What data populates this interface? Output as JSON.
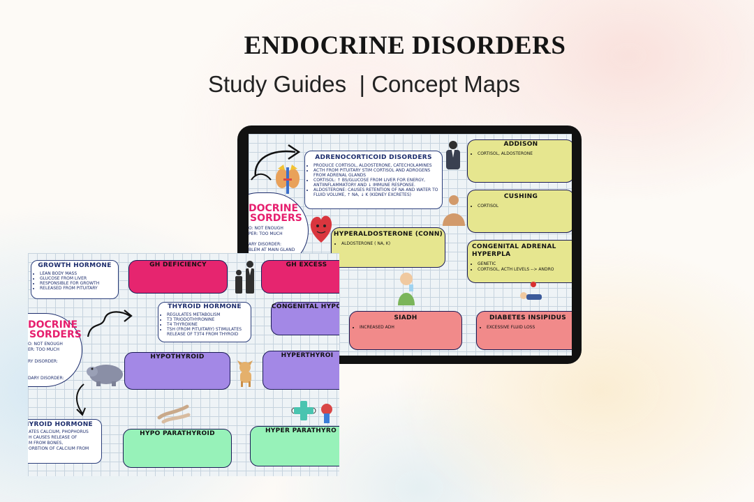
{
  "header": {
    "title": "ENDOCRINE DISORDERS",
    "subtitle": "Study Guides  | Concept Maps"
  },
  "tablet": {
    "adrenocorticoid": {
      "title": "ADRENOCORTICOID DISORDERS",
      "items": [
        "PRODUCE CORTISOL, ALDOSTERONE, CATECHOLAMINES",
        "ACTH FROM PITUITARY STIM CORTISOL AND ADROGENS FROM ADRENAL GLANDS",
        "CORTISOL: ↑ BS/GLUCOSE FROM LIVER FOR ENERGY, ANTIINFLAMMATORY AND ↓ IMMUNE RESPONSE.",
        "ALDOSTERONE: CAUSES RETENTION OF NA AND WATER TO FLUID VOLUME, ↑ NA, ↓ K (KIDNEY EXCRETES)"
      ]
    },
    "side_title": [
      "DOCRINE",
      "SORDERS"
    ],
    "side_lines": [
      "O: NOT ENOUGH",
      "PER: TOO MUCH",
      "ARY DISORDER:",
      "BLEM AT MAIN GLAND"
    ],
    "addison": {
      "title": "ADDISON",
      "items": [
        "CORTISOL,    ALDOSTERONE"
      ]
    },
    "cushing": {
      "title": "CUSHING",
      "items": [
        "CORTISOL"
      ]
    },
    "conn": {
      "title": "HYPERALDOSTERONE (CONN)",
      "items": [
        "ALDOSTERONE (      NA,       K)"
      ]
    },
    "cah": {
      "title": "CONGENITAL ADRENAL HYPERPLA",
      "items": [
        "GENETIC",
        "CORTISOL,    ACTH LEVELS -->  ANDRO"
      ]
    },
    "siadh": {
      "title": "SIADH",
      "items": [
        "INCREASED ADH"
      ]
    },
    "di": {
      "title": "DIABETES INSIPIDUS",
      "items": [
        "EXCESSIVE FLUID LOSS"
      ]
    }
  },
  "panel": {
    "growth": {
      "title": "GROWTH HORMONE",
      "items": [
        "LEAN BODY MASS",
        "GLUCOSE FROM LIVER",
        "RESPONSIBLE FOR GROWTH",
        "RELEASED FROM PITUITARY"
      ]
    },
    "gh_def": "GH DEFICIENCY",
    "gh_exc": "GH EXCESS",
    "thyroid": {
      "title": "THYROID HORMONE",
      "items": [
        "REGULATES METABOLISM",
        "T3 TRIODOTHYRONINE",
        "T4 THYROXINE",
        "TSH (FROM PITUITARY) STIMULATES RELEASE OF T3T4 FROM THYROID"
      ]
    },
    "congenital_hypo": "CONGENITAL HYPOTH",
    "side_title": [
      "DOCRINE",
      "SORDERS"
    ],
    "side_lines": [
      "O: NOT ENOUGH",
      "ER: TOO MUCH",
      "RY DISORDER:",
      "DARY DISORDER:"
    ],
    "hypothyroid": "HYPOTHYROID",
    "hyperthyroid": "HYPERTHYROI",
    "parathyroid": {
      "title": "THYROID HORMONE",
      "lines": [
        "ATES CALCIUM, PHOPHORUS",
        "H CAUSES RELEASE OF",
        "M FROM BONES,",
        "ORBTION OF CALCIUM FROM"
      ]
    },
    "hypo_para": "HYPO PARATHYROID",
    "hyper_para": "HYPER PARATHYRO"
  }
}
